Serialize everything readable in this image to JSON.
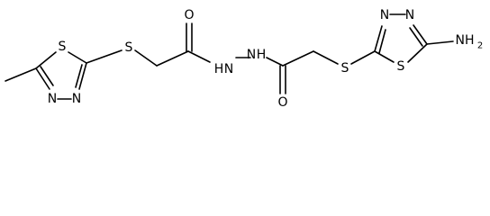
{
  "molecule": {
    "atom_labels": {
      "s_ring1": "S",
      "n_ring1_lower": "N",
      "n_ring1_upper": "N",
      "s_thioether1": "S",
      "o_carbonyl1": "O",
      "nh_hydrazide1": "N",
      "h_hydrazide1": "H",
      "nh_hydrazide2": "N",
      "h_hydrazide2": "H",
      "o_carbonyl2": "O",
      "s_thioether2": "S",
      "n_ring2_left": "N",
      "n_ring2_right": "N",
      "s_ring2": "S",
      "nh2_group": "NH",
      "nh2_subscript": "2"
    },
    "colors": {
      "bond": "#000000",
      "label": "#000000",
      "background": "#ffffff"
    }
  }
}
